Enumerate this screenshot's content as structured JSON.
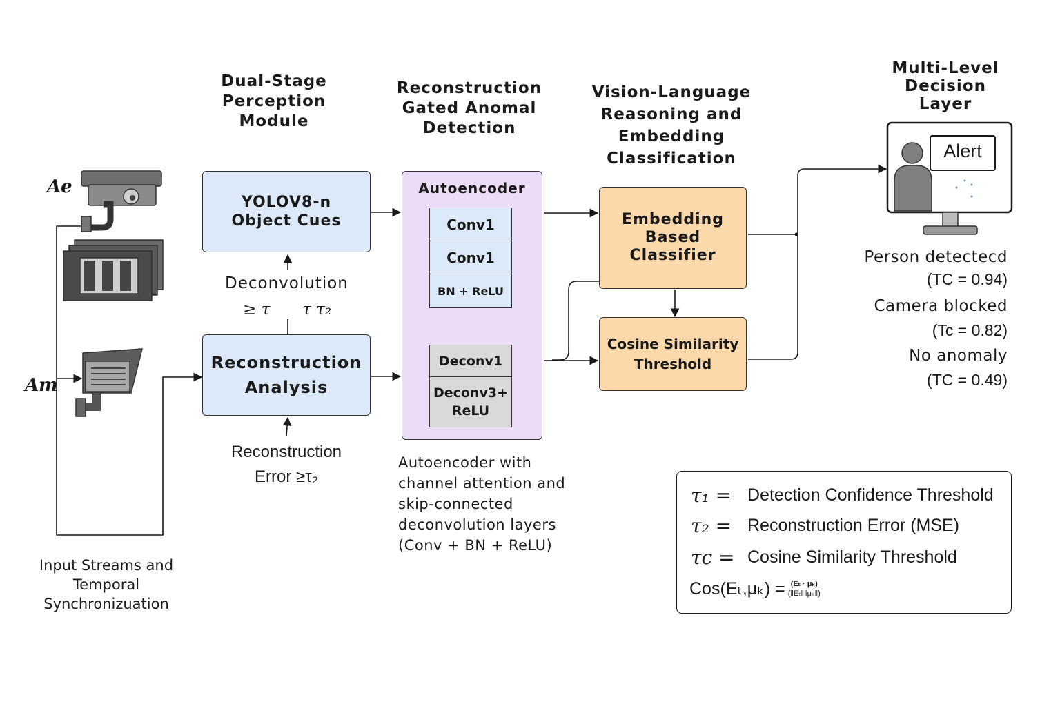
{
  "headings": {
    "perception": "Dual-Stage Perception Module",
    "reconstruction": "Reconstruction Gated Anomal Detection",
    "vision_language": "Vision-Language Reasoning and Embedding Classification",
    "decision": "Multi-Level Decision Layer"
  },
  "inputs": {
    "camera_top_label": "Ae",
    "camera_bottom_label": "Am",
    "caption": "Input Streams and Temporal Synchronizuation"
  },
  "perception": {
    "yolo_box": "YOLOV8-n Object Cues",
    "recon_box": "Reconstruction Analysis",
    "deconv_label": "Deconvolution",
    "tau_left": "≥ τ",
    "tau_right": "τ τ₂",
    "error_label": "Reconstruction Error ≥τ₂"
  },
  "autoencoder": {
    "title": "Autoencoder",
    "layers_top": [
      "Conv1",
      "Conv1",
      "BN + ReLU"
    ],
    "layers_bottom": [
      "Deconv1",
      "Deconv3+ ReLU"
    ],
    "caption": "Autoencoder with channel attention and skip-connected deconvolution layers (Conv + BN + ReLU)"
  },
  "classifier": {
    "embedding_box": "Embedding Based Classifier",
    "cosine_box": "Cosine Similarity Threshold"
  },
  "decision": {
    "alert_label": "Alert",
    "outputs": [
      {
        "label": "Person detectecd",
        "score": "(TC = 0.94)"
      },
      {
        "label": "Camera blocked",
        "score": "(Tc =  0.82)"
      },
      {
        "label": "No anomaly",
        "score": "(TC = 0.49)"
      }
    ]
  },
  "legend": {
    "rows": [
      {
        "symbol": "τ₁ =",
        "text": "Detection Confidence Threshold"
      },
      {
        "symbol": "τ₂ =",
        "text": "Reconstruction Error (MSE)"
      },
      {
        "symbol": "τc =",
        "text": "Cosine Similarity Threshold"
      }
    ],
    "formula_lhs": "Cos(Eₜ,μₖ) =",
    "formula_num": "(Eₜ · μₖ)",
    "formula_den": "(‖Eₜ‖‖μₖ‖)"
  },
  "colors": {
    "blue_box": "#dbe9f8",
    "purple_box": "#ecdcf8",
    "orange_box": "#fcd9aa",
    "gray_layer": "#d9d9d9",
    "camera_gray": "#555555"
  }
}
